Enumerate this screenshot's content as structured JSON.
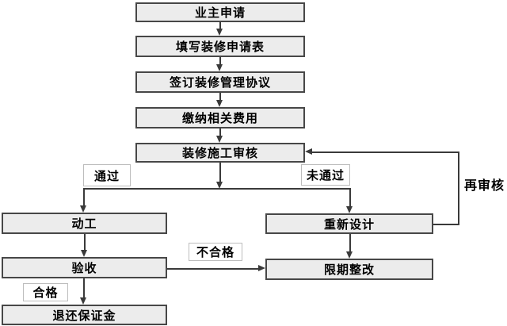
{
  "colors": {
    "node_fill": "#ececec",
    "node_border": "#474747",
    "line_color": "#3a3a3a",
    "label_border": "#bdbdbd",
    "label_fill": "#ffffff",
    "text_color": "#000000"
  },
  "nodes": {
    "owner_application": "业主申请",
    "fill_application_form": "填写装修申请表",
    "sign_management_agreement": "签订装修管理协议",
    "pay_fees": "缴纳相关费用",
    "construction_review": "装修施工审核",
    "start_work": "动工",
    "acceptance": "验收",
    "return_deposit": "退还保证金",
    "redesign": "重新设计",
    "rectification": "限期整改"
  },
  "edge_labels": {
    "pass": "通过",
    "fail": "未通过",
    "re_review": "再审核",
    "unqualified": "不合格",
    "qualified": "合格"
  }
}
